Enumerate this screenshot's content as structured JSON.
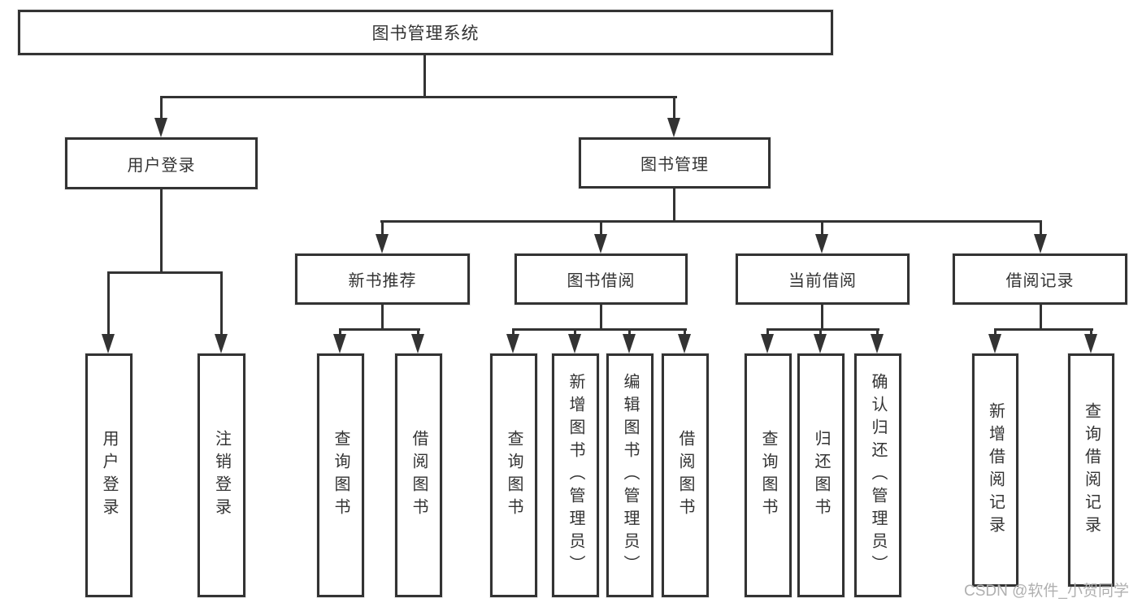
{
  "colors": {
    "line": "#333333",
    "text": "#333333",
    "node_bg": "#ffffff",
    "watermark": "#b0b0b0"
  },
  "tree": {
    "root": {
      "label": "图书管理系统",
      "children": [
        {
          "label": "用户登录",
          "children": [
            {
              "label": "用户登录"
            },
            {
              "label": "注销登录"
            }
          ]
        },
        {
          "label": "图书管理",
          "children": [
            {
              "label": "新书推荐",
              "children": [
                {
                  "label": "查询图书"
                },
                {
                  "label": "借阅图书"
                }
              ]
            },
            {
              "label": "图书借阅",
              "children": [
                {
                  "label": "查询图书"
                },
                {
                  "label": "新增图书（管理员）"
                },
                {
                  "label": "编辑图书（管理员）"
                },
                {
                  "label": "借阅图书"
                }
              ]
            },
            {
              "label": "当前借阅",
              "children": [
                {
                  "label": "查询图书"
                },
                {
                  "label": "归还图书"
                },
                {
                  "label": "确认归还（管理员）"
                }
              ]
            },
            {
              "label": "借阅记录",
              "children": [
                {
                  "label": "新增借阅记录"
                },
                {
                  "label": "查询借阅记录"
                }
              ]
            }
          ]
        }
      ]
    }
  },
  "watermark": "CSDN @软件_小贺同学"
}
